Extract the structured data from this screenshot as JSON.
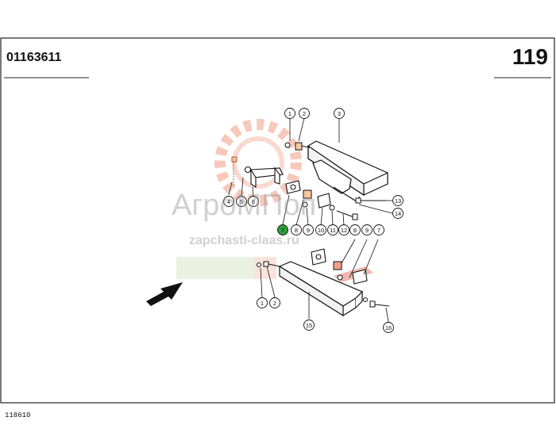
{
  "header": {
    "part_number": "01163611",
    "page_number": "119"
  },
  "footer": {
    "drawing_code": "118610"
  },
  "watermark": {
    "brand": "АгроМП",
    "brand_tail": "оп",
    "url": "zapchasti-claas.ru"
  },
  "callouts": {
    "c1a": "1",
    "c2a": "2",
    "c3": "3",
    "c4": "4",
    "c5": "5",
    "c6": "6",
    "c7a": "7",
    "c8a": "8",
    "c9a": "9",
    "c10": "10",
    "c11": "11",
    "c12": "12",
    "c13": "13",
    "c14": "14",
    "c8b": "8",
    "c9b": "9",
    "c7b": "7",
    "c1b": "1",
    "c2b": "2",
    "c15": "15",
    "c16": "16"
  },
  "colors": {
    "highlight": "#2e9e3a",
    "line": "#111111",
    "watermark_gear": "#f2a08a"
  }
}
